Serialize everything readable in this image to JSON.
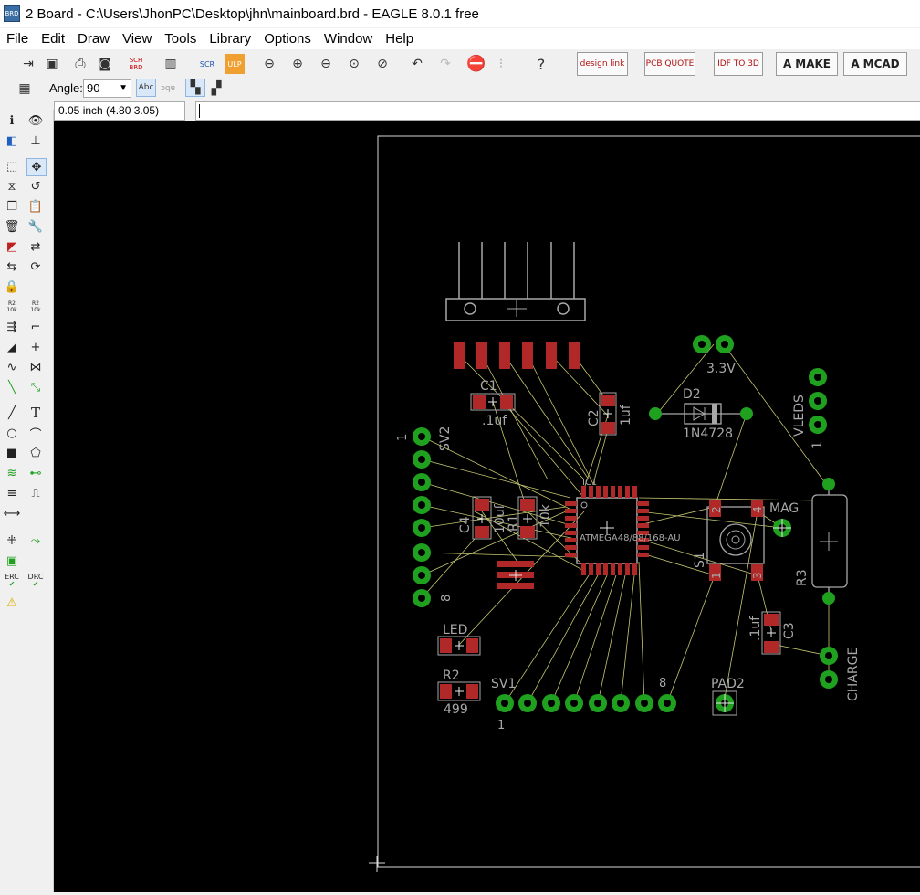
{
  "window": {
    "title": "2 Board - C:\\Users\\JhonPC\\Desktop\\jhn\\mainboard.brd - EAGLE 8.0.1 free",
    "icon_text": "BRD"
  },
  "menu": [
    "File",
    "Edit",
    "Draw",
    "View",
    "Tools",
    "Library",
    "Options",
    "Window",
    "Help"
  ],
  "toolbar": {
    "brand_buttons": {
      "designlink": "design link",
      "pcb_quote": "PCB QUOTE",
      "idf": "IDF TO 3D",
      "make": "MAKE",
      "mcad": "MCAD"
    },
    "sch": "SCH BRD",
    "scr": "SCR",
    "ulp": "ULP"
  },
  "parameters": {
    "angle_label": "Angle:",
    "angle_value": "90",
    "abc": "Abc"
  },
  "command": {
    "coordinate_display": "0.05 inch (4.80 3.05)",
    "input_value": ""
  },
  "left_toolbar": {
    "r2_label": "R2",
    "r2_value": "10k",
    "erc": "ERC",
    "drc": "DRC"
  },
  "board": {
    "labels": {
      "c1": "C1",
      "c1_val": ".1uf",
      "c2": "C2",
      "c2_val": "1uf",
      "c3": "C3",
      "c3_val": ".1uf",
      "c4": "C4",
      "c4_val": "10uf",
      "r1": "R1",
      "r1_val": "10k",
      "r2": "R2",
      "r2_val": "499",
      "r3": "R3",
      "d2": "D2",
      "d2_val": "1N4728",
      "v33": "3.3V",
      "vleds": "VLEDS",
      "vleds_pin": "1",
      "sv2": "SV2",
      "sv2_pin1": "1",
      "sv2_pin8": "8",
      "sv1": "SV1",
      "sv1_pin1": "1",
      "sv1_pin8": "8",
      "ic1": "IC1",
      "ic_val": "ATMEGA48/88/168-AU",
      "s1": "S1",
      "s1_p1": "1",
      "s1_p2": "2",
      "s1_p3": "3",
      "s1_p4": "4",
      "mag": "MAG",
      "led": "LED",
      "pad2": "PAD2",
      "charge": "CHARGE"
    }
  },
  "colors": {
    "canvas": "#000000",
    "pad": "#1fa01f",
    "smd": "#b02828",
    "airwire": "#c8c870",
    "silk": "#a8a8a8"
  }
}
